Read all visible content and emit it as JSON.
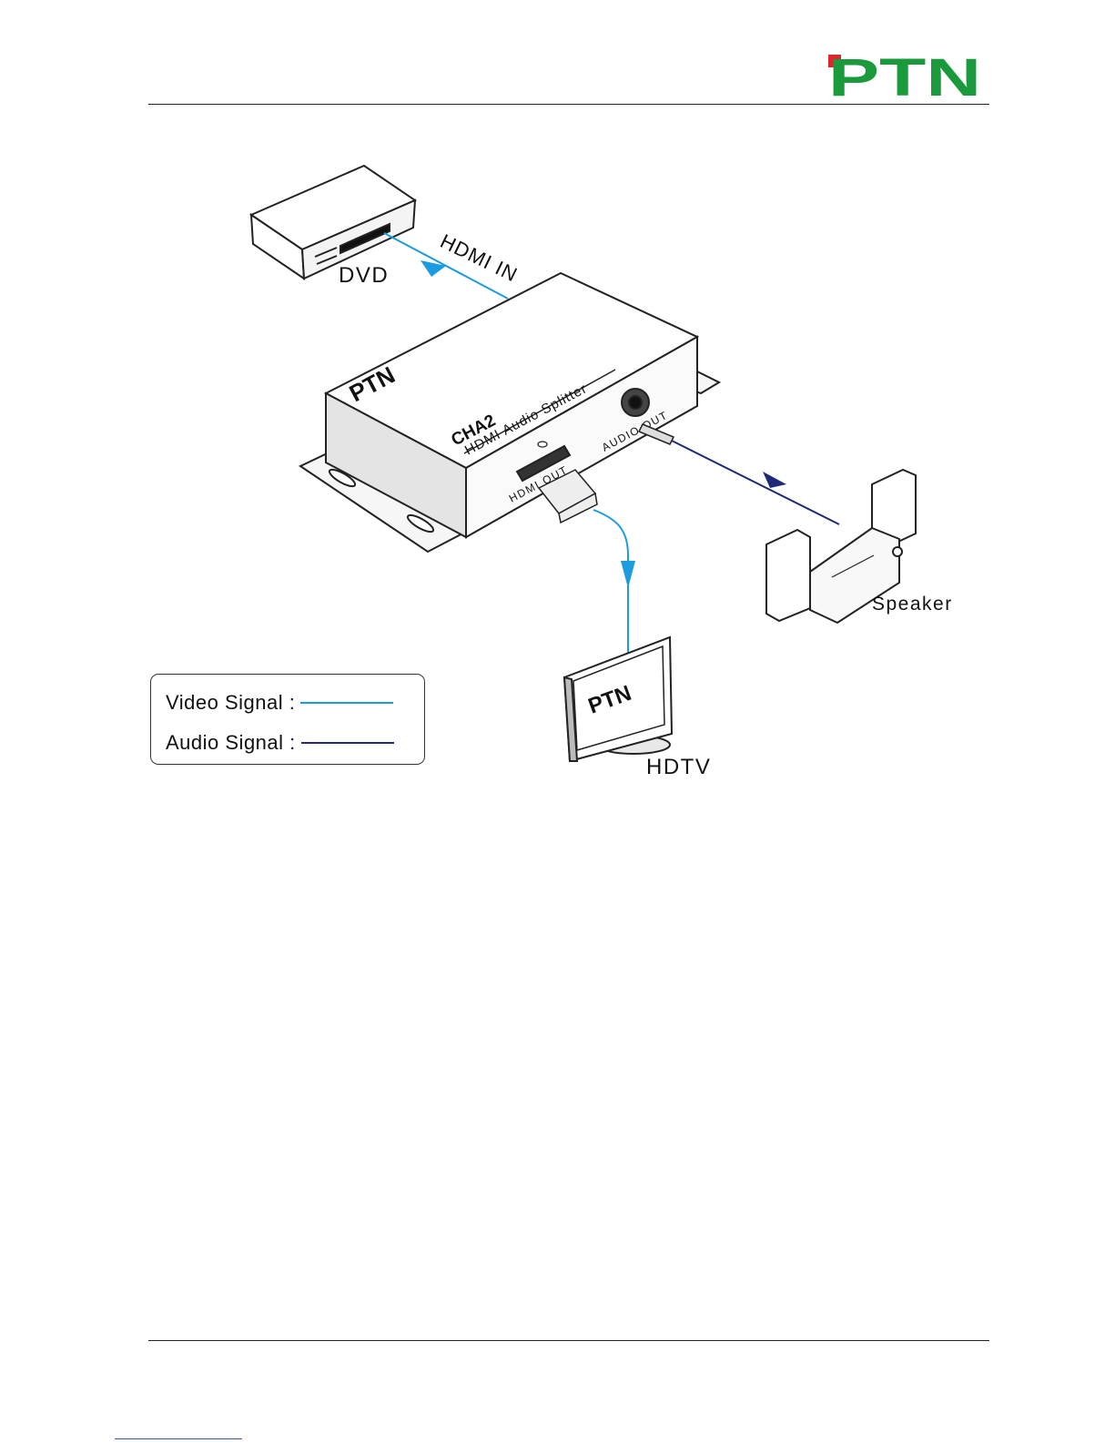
{
  "header": {
    "logo_text": "PTN",
    "brand_green": "#1a9a3c",
    "brand_red": "#e0262c"
  },
  "diagram": {
    "device": {
      "brand": "PTN",
      "model": "CHA2",
      "name": "HDMI Audio Splitter",
      "port_hdmi_out": "HDMI OUT",
      "port_audio_out": "AUDIO OUT",
      "icon": "splitter-box-icon"
    },
    "nodes": {
      "source": {
        "label": "DVD",
        "icon": "dvd-player-icon"
      },
      "display": {
        "label": "HDTV",
        "screen_text": "PTN",
        "icon": "tv-icon"
      },
      "audio": {
        "label": "Speaker",
        "icon": "speaker-system-icon"
      }
    },
    "edges": {
      "input": {
        "label": "HDMI IN"
      }
    },
    "colors": {
      "video": "#1c9be0",
      "audio": "#1e2a78"
    }
  },
  "legend": {
    "video_label": "Video Signal :",
    "audio_label": "Audio Signal :"
  }
}
